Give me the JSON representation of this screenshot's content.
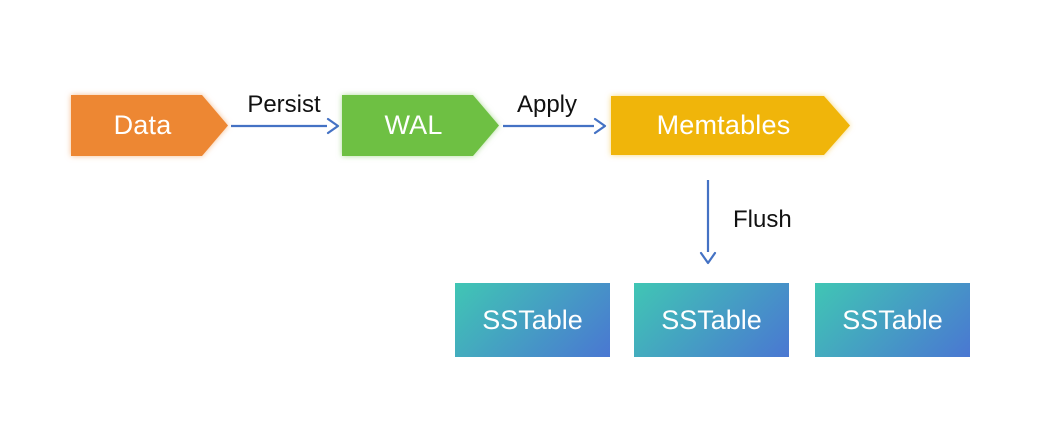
{
  "diagram": {
    "nodes": {
      "data": {
        "label": "Data",
        "color": "#ED8733"
      },
      "wal": {
        "label": "WAL",
        "color": "#6EC043"
      },
      "memtables": {
        "label": "Memtables",
        "color": "#F0B50A"
      },
      "sstables": [
        {
          "label": "SSTable"
        },
        {
          "label": "SSTable"
        },
        {
          "label": "SSTable"
        }
      ]
    },
    "edges": {
      "persist": {
        "label": "Persist"
      },
      "apply": {
        "label": "Apply"
      },
      "flush": {
        "label": "Flush"
      }
    },
    "colors": {
      "node-data": "#ED8733",
      "node-wal": "#6EC043",
      "node-memtables": "#F0B50A",
      "sstable-from": "#40C6B4",
      "sstable-to": "#4A77D2",
      "arrow": "#4472C4",
      "label-text": "#111111",
      "node-text": "#FFFFFF",
      "background": "#FFFFFF"
    }
  }
}
